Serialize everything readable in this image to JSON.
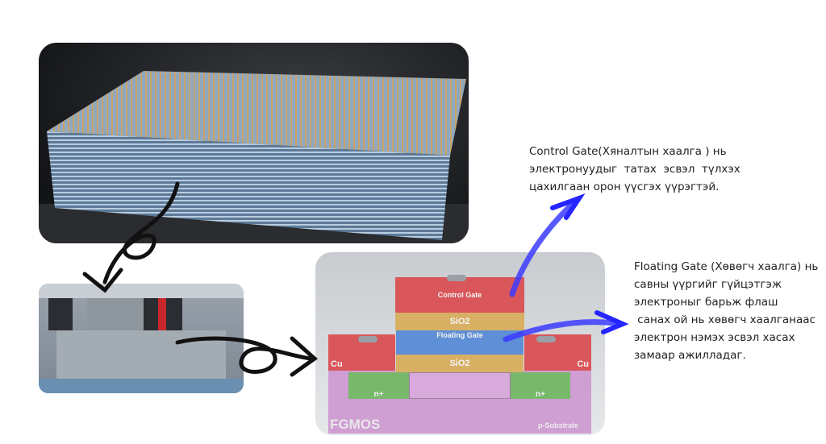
{
  "annotations": {
    "control_gate": [
      "Control Gate(Хяналтын хаалга ) нь",
      "электронуудыг  татах  эсвэл  түлхэх",
      "цахилгаан орон үүсгэх үүрэгтэй."
    ],
    "floating_gate": [
      "Floating Gate (Хөвөгч хаалга) нь",
      "савны үүргийг гүйцэтгэж",
      "электроныг барьж флаш",
      " санах ой нь хөвөгч хаалганаас",
      "электрон нэмэх эсвэл хасах",
      "замаар ажилладаг."
    ]
  },
  "fgmos": {
    "control_gate": "Control Gate",
    "sio2_top": "SiO2",
    "floating_gate": "Floating Gate",
    "sio2_bottom": "SiO2",
    "cu_left": "Cu",
    "cu_right": "Cu",
    "n_left": "n+",
    "n_right": "n+",
    "title": "FGMOS",
    "substrate": "p-Substrate"
  },
  "colors": {
    "arrow": "#3b3bff",
    "gate": "#d9565a",
    "oxide": "#d8b064",
    "floating": "#5f8fd6",
    "substrate": "#cf9ed3",
    "n_region": "#78b86a"
  }
}
